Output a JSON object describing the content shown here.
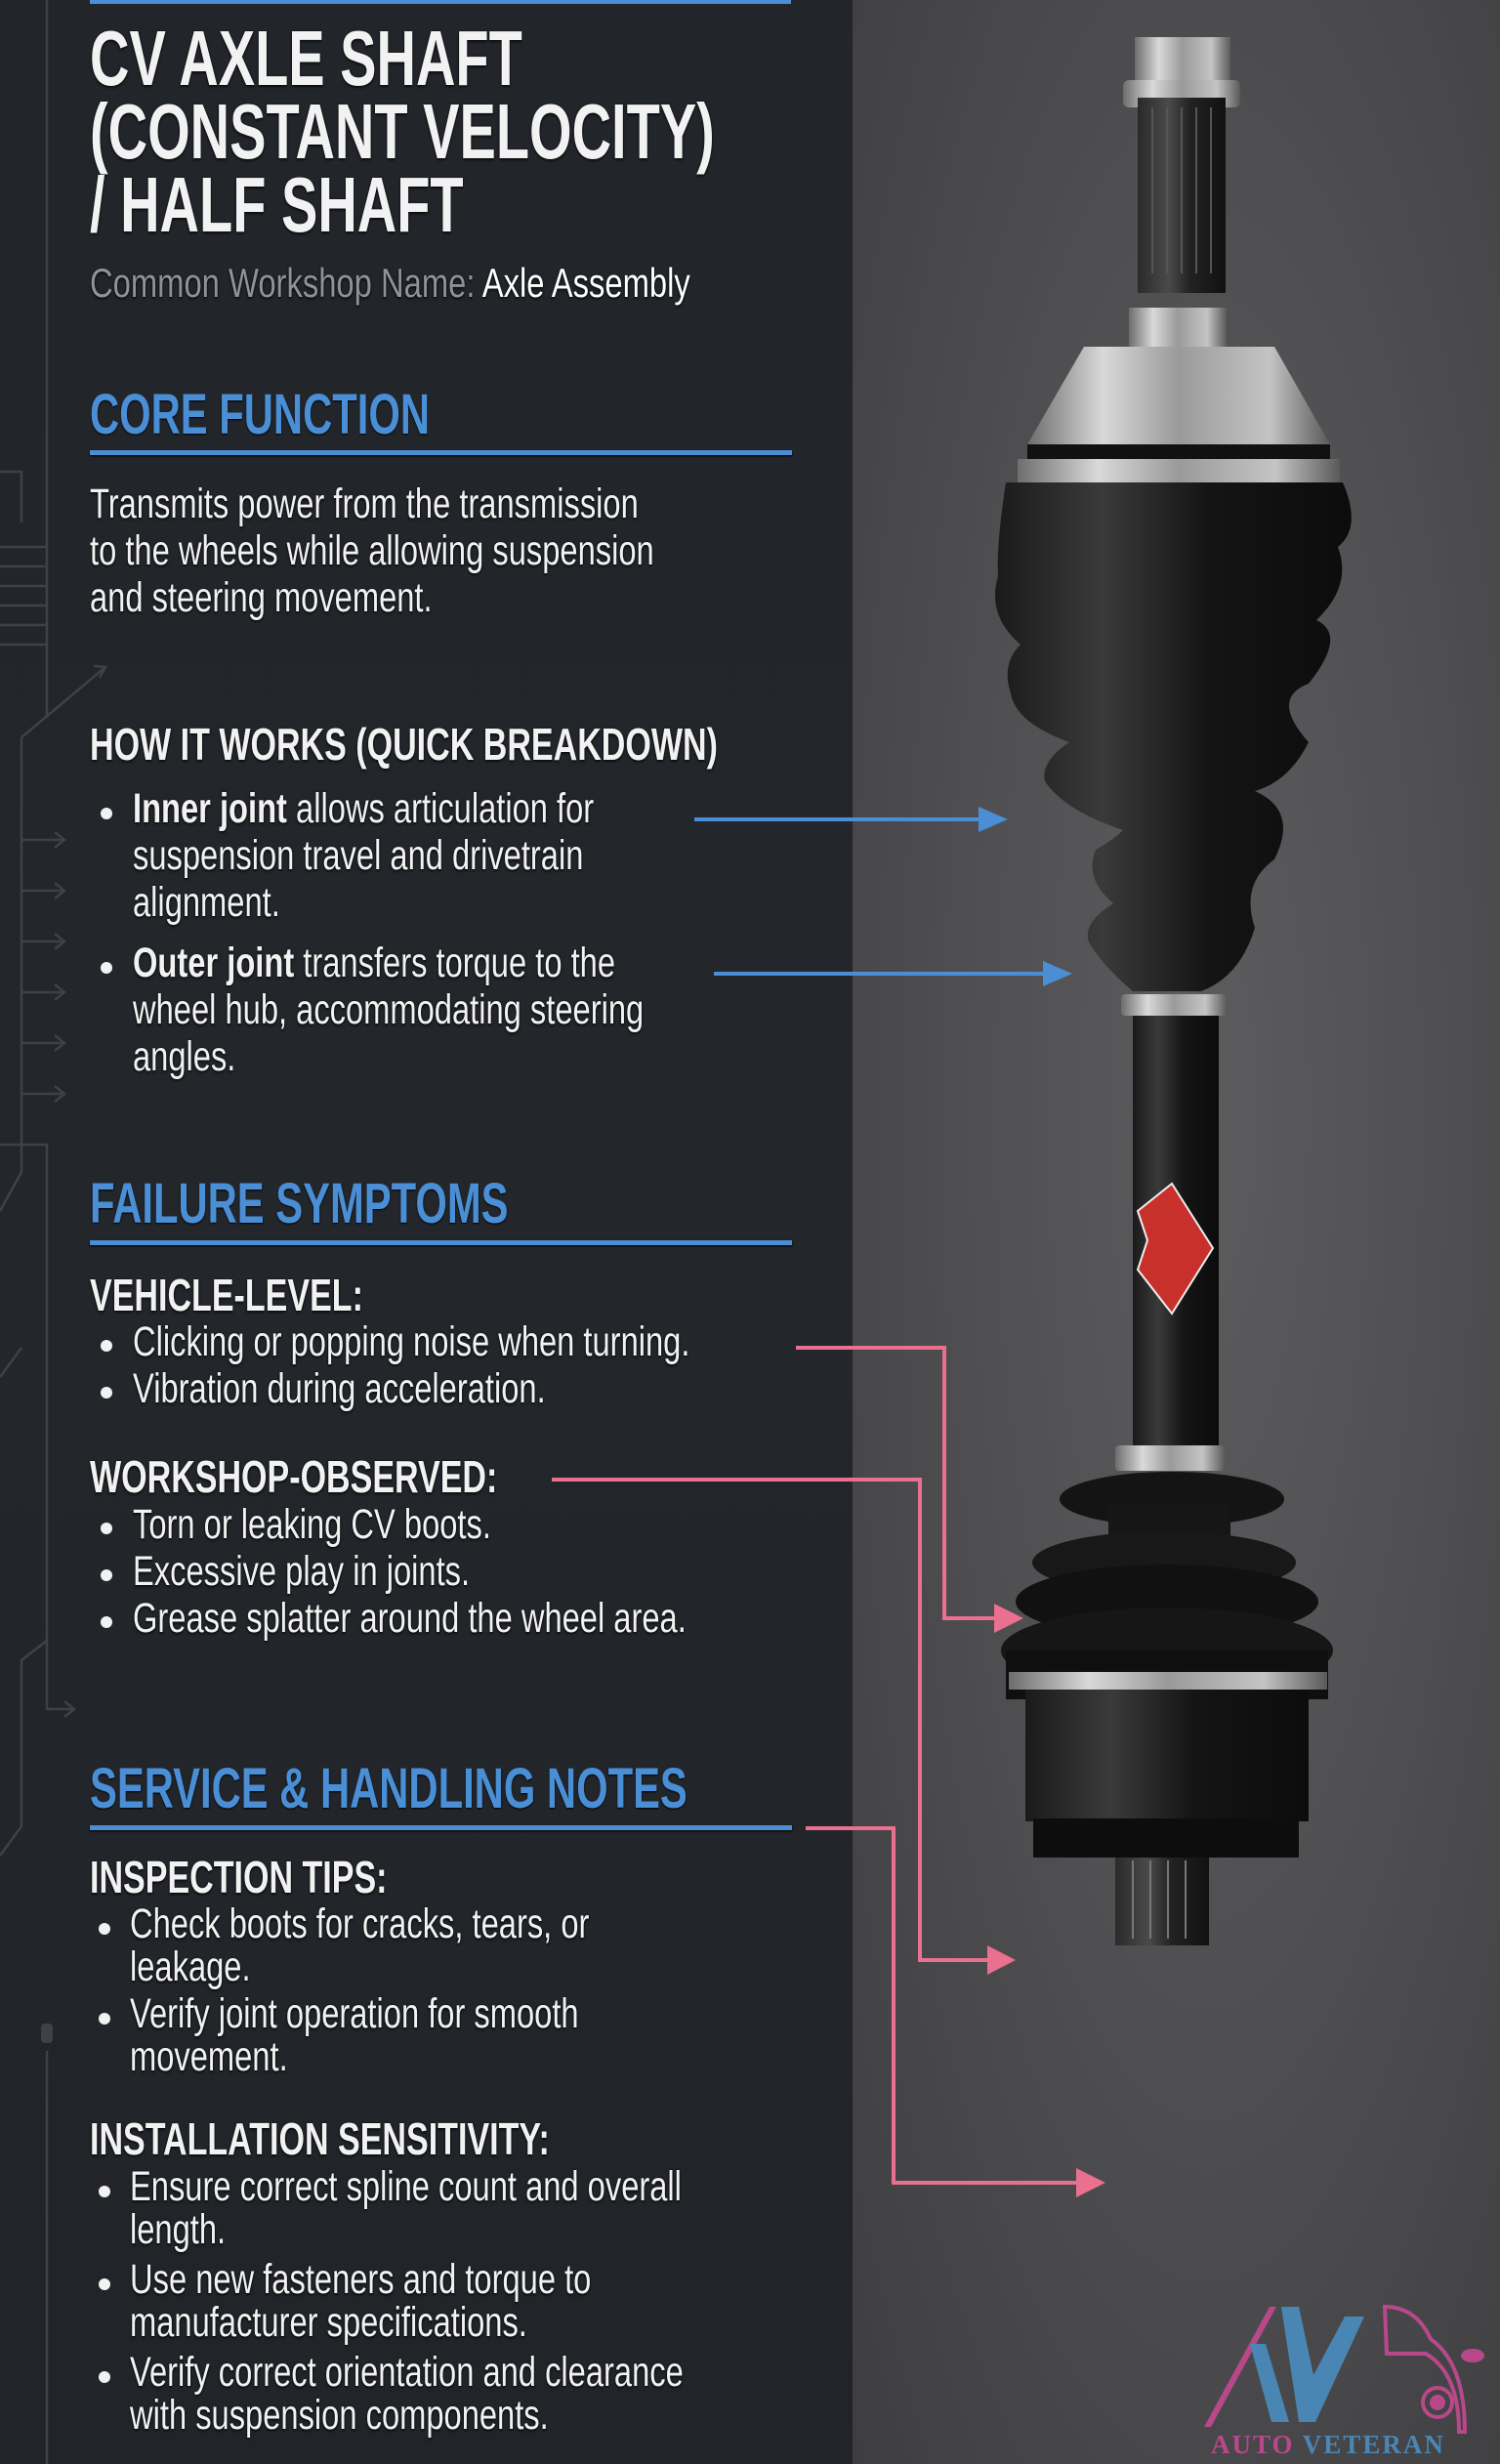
{
  "header": {
    "title_lines": [
      "CV AXLE SHAFT",
      "(CONSTANT VELOCITY)",
      "/ HALF SHAFT"
    ],
    "workshop_name_label": "Common Workshop Name:",
    "workshop_name_value": "Axle Assembly"
  },
  "core_function": {
    "heading": "CORE FUNCTION",
    "lines": [
      "Transmits power from the transmission",
      "to the wheels while allowing suspension",
      "and steering movement."
    ]
  },
  "how_it_works": {
    "heading": "HOW IT WORKS (QUICK BREAKDOWN)",
    "items": [
      {
        "term": "Inner joint",
        "lines": [
          "allows articulation for",
          "suspension travel and drivetrain",
          "alignment."
        ]
      },
      {
        "term": "Outer joint",
        "lines": [
          "transfers torque to the",
          "wheel hub, accommodating steering",
          "angles."
        ]
      }
    ]
  },
  "failure_symptoms": {
    "heading": "FAILURE SYMPTOMS",
    "vehicle_level": {
      "label": "VEHICLE-LEVEL:",
      "items": [
        "Clicking or popping noise when turning.",
        "Vibration during acceleration."
      ]
    },
    "workshop_observed": {
      "label": "WORKSHOP-OBSERVED:",
      "items": [
        "Torn or leaking CV boots.",
        "Excessive play in joints.",
        "Grease splatter around the wheel area."
      ]
    }
  },
  "service_notes": {
    "heading": "SERVICE & HANDLING NOTES",
    "inspection": {
      "label": "INSPECTION TIPS:",
      "items": [
        [
          "Check boots for cracks, tears, or",
          "leakage."
        ],
        [
          "Verify joint operation for smooth",
          "movement."
        ]
      ]
    },
    "installation": {
      "label": "INSTALLATION SENSITIVITY:",
      "items": [
        [
          "Ensure correct spline count and overall",
          "length."
        ],
        [
          "Use new fasteners and torque to",
          "manufacturer specifications."
        ],
        [
          "Verify correct orientation and clearance",
          "with suspension components."
        ]
      ]
    }
  },
  "logo": {
    "word1": "AUTO",
    "word2": "VETERAN",
    "monogram": "AV"
  },
  "colors": {
    "accent_blue": "#4a8fd6",
    "accent_pink": "#e9708f",
    "panel_bg": "#23262b",
    "photo_bg": "#505052",
    "label_red": "#c8302c"
  }
}
